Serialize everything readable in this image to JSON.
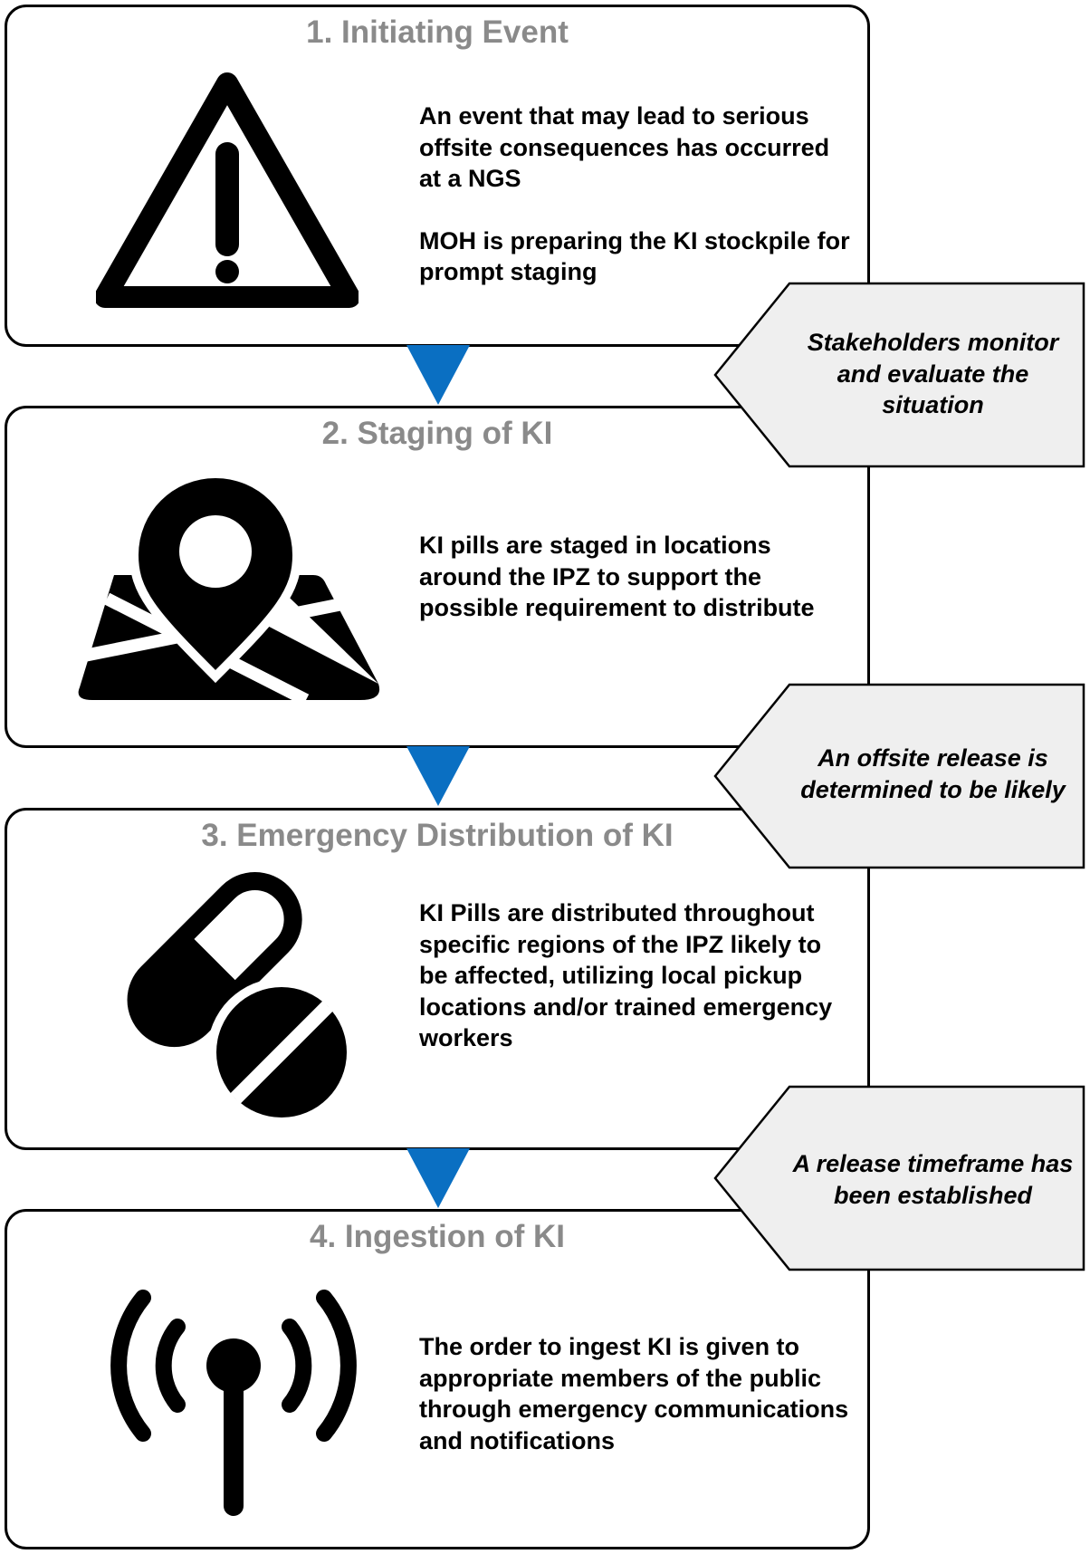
{
  "stages": [
    {
      "title": "1. Initiating Event",
      "paragraphs": [
        "An event that may lead to serious offsite consequences has occurred at a NGS",
        "MOH is preparing the KI stockpile for prompt staging"
      ],
      "icon": "warning-triangle-icon"
    },
    {
      "title": "2. Staging of KI",
      "paragraphs": [
        "KI pills are staged in locations around the IPZ to support the possible requirement to distribute"
      ],
      "icon": "map-pin-icon"
    },
    {
      "title": "3. Emergency Distribution of KI",
      "paragraphs": [
        "KI Pills are distributed throughout specific regions of the IPZ likely to be affected, utilizing local pickup locations and/or trained emergency workers"
      ],
      "icon": "pills-icon"
    },
    {
      "title": "4. Ingestion of KI",
      "paragraphs": [
        "The order to ingest KI is given to appropriate members of the public through emergency communications and notifications"
      ],
      "icon": "broadcast-antenna-icon"
    }
  ],
  "transitions": [
    {
      "text": "Stakeholders monitor and evaluate the situation"
    },
    {
      "text": "An offsite release is determined to be likely"
    },
    {
      "text": "A release timeframe has been established"
    }
  ],
  "colors": {
    "arrow": "#0a6fc2",
    "note_fill": "#efefef",
    "title": "#8a8a8a",
    "border": "#000000"
  }
}
